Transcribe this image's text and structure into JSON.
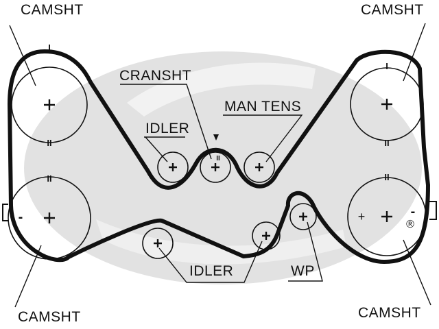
{
  "colors": {
    "ink": "#111111",
    "logo": "#e2e2e2",
    "background": "#ffffff"
  },
  "labels": {
    "camsht_top_left": "CAMSHT",
    "camsht_top_right": "CAMSHT",
    "camsht_bottom_left": "CAMSHT",
    "camsht_bottom_right": "CAMSHT",
    "cranksht": "CRANSHT",
    "idler_top": "IDLER",
    "man_tens": "MAN TENS",
    "idler_bottom": "IDLER",
    "wp": "WP"
  },
  "marks": {
    "single": "I",
    "double": "II",
    "minus": "-",
    "plus": "+",
    "registered": "®"
  }
}
